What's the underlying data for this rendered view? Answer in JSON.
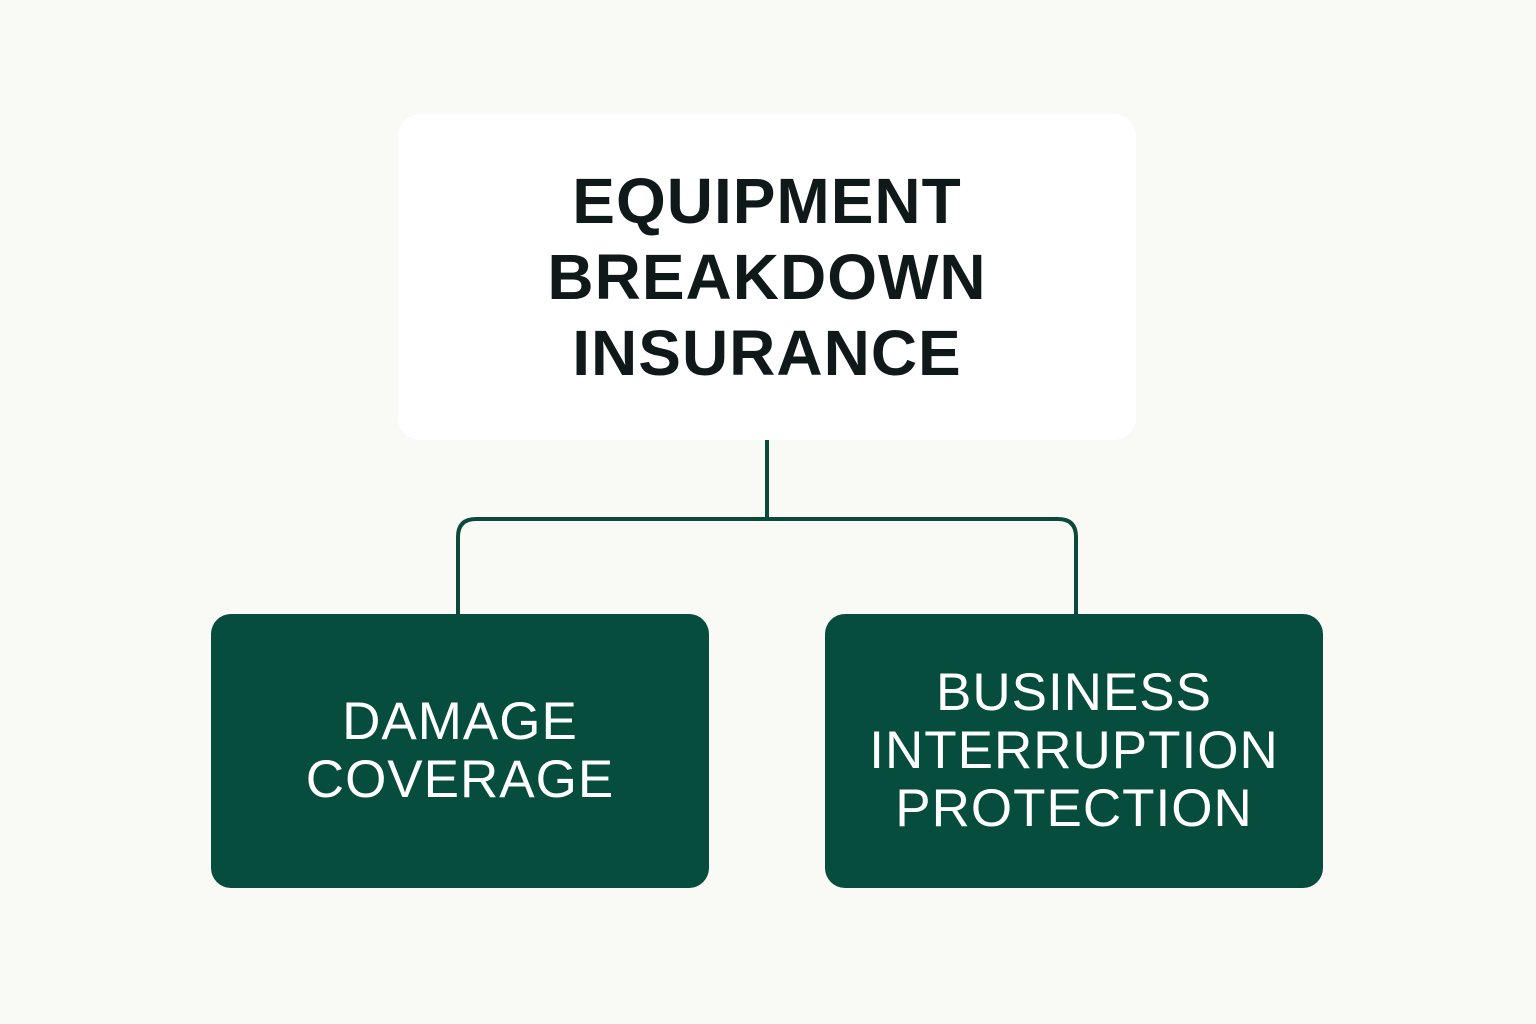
{
  "diagram": {
    "root": {
      "lines": [
        "EQUIPMENT",
        "BREAKDOWN",
        "INSURANCE"
      ]
    },
    "children": [
      {
        "lines": [
          "DAMAGE",
          "COVERAGE"
        ]
      },
      {
        "lines": [
          "BUSINESS",
          "INTERRUPTION",
          "PROTECTION"
        ]
      }
    ]
  },
  "colors": {
    "background": "#f9f9f6",
    "root_box": "#ffffff",
    "root_text": "#10191a",
    "child_box": "#064d3e",
    "child_text": "#ffffff",
    "connector": "#0b4a3b"
  }
}
